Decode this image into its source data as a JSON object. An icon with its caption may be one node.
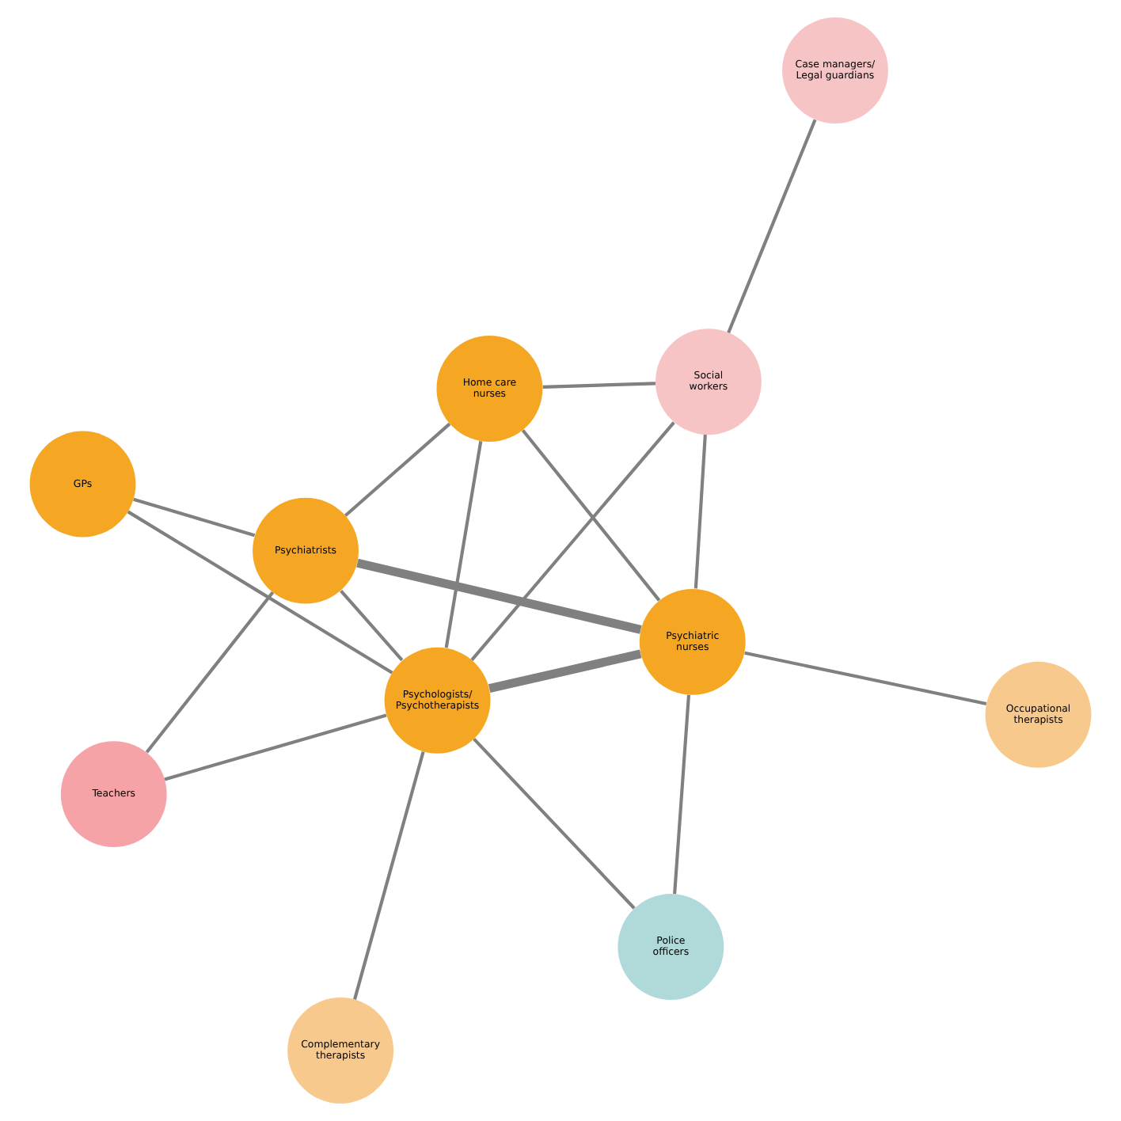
{
  "diagram": {
    "nodes": [
      {
        "text": [
          "GPs"
        ]
      },
      {
        "text": [
          "Case managers/ Legal guardians"
        ]
      },
      {
        "text": [
          "Teachers"
        ]
      },
      {
        "text": [
          "Social workers"
        ]
      },
      {
        "text": [
          "Home care nurses"
        ]
      },
      {
        "text": [
          "Psychiatrists"
        ]
      },
      {
        "text": [
          "Psychologists/ Psychotherapists"
        ]
      },
      {
        "text": [
          "Psychiatric nurses"
        ]
      },
      {
        "text": [
          "Complementary therapists"
        ]
      },
      {
        "text": [
          "Police officers"
        ]
      },
      {
        "text": [
          "Occupational therapists"
        ]
      }
    ],
    "edges": [
      {
        "from": 0,
        "to": 5,
        "arrow": "none"
      },
      {
        "from": 0,
        "to": 6,
        "arrow": "none"
      },
      {
        "from": 1,
        "to": 3,
        "arrow": "none"
      },
      {
        "from": 3,
        "to": 4,
        "arrow": "none"
      },
      {
        "from": 3,
        "to": 6,
        "arrow": "none"
      },
      {
        "from": 3,
        "to": 7,
        "arrow": "none"
      },
      {
        "from": 4,
        "to": 5,
        "arrow": "none"
      },
      {
        "from": 4,
        "to": 6,
        "arrow": "none"
      },
      {
        "from": 4,
        "to": 7,
        "arrow": "none"
      },
      {
        "from": 5,
        "to": 6,
        "arrow": "none"
      },
      {
        "from": 5,
        "to": 7,
        "arrow": "none",
        "style": "thick"
      },
      {
        "from": 6,
        "to": 7,
        "arrow": "none",
        "style": "thick"
      },
      {
        "from": 2,
        "to": 5,
        "arrow": "none"
      },
      {
        "from": 2,
        "to": 6,
        "arrow": "none"
      },
      {
        "from": 6,
        "to": 8,
        "arrow": "none"
      },
      {
        "from": 6,
        "to": 9,
        "arrow": "none"
      },
      {
        "from": 7,
        "to": 9,
        "arrow": "none"
      },
      {
        "from": 7,
        "to": 10,
        "arrow": "none"
      }
    ]
  }
}
